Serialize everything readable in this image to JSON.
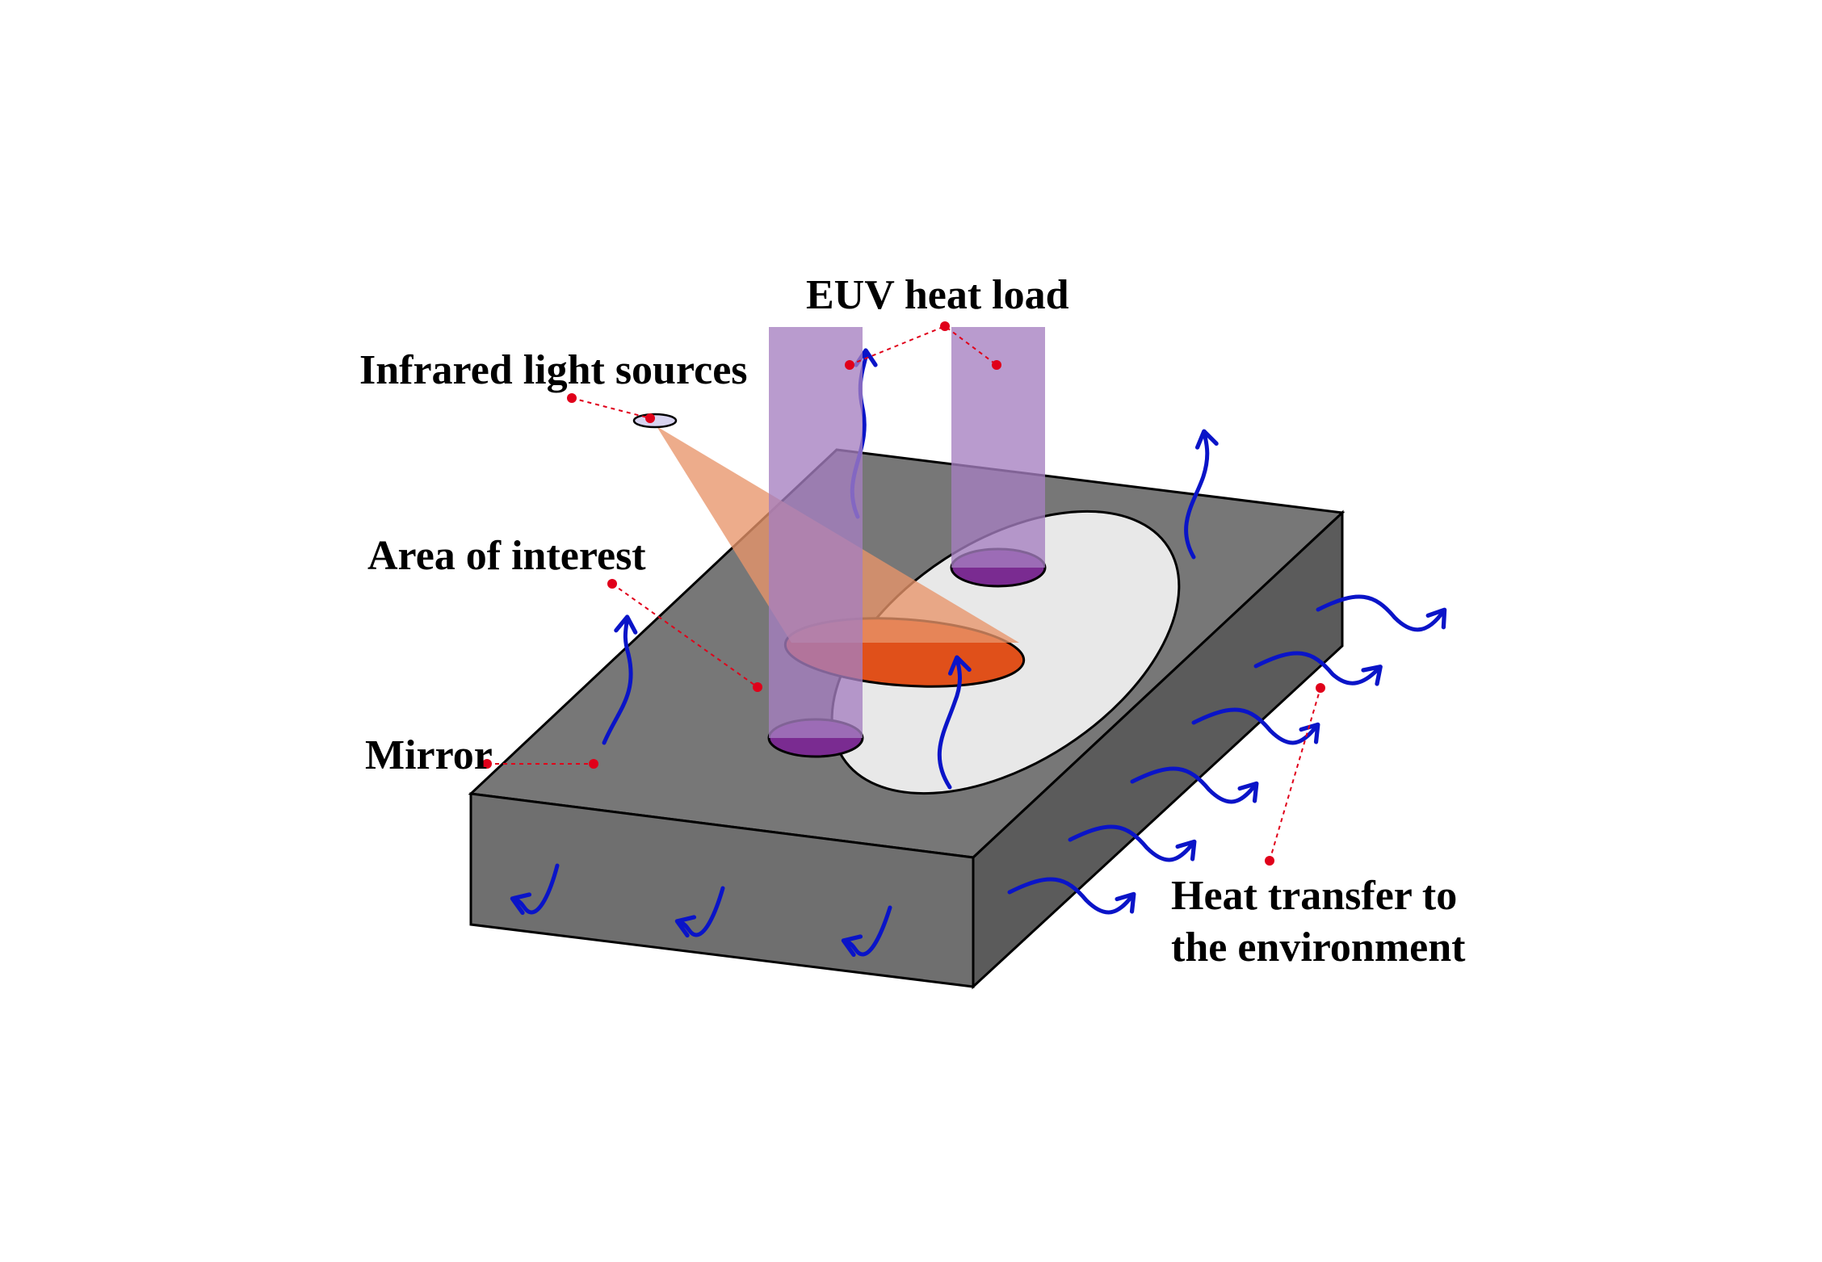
{
  "labels": {
    "euv": "EUV heat load",
    "infrared": "Infrared light sources",
    "area": "Area of interest",
    "mirror": "Mirror",
    "heat_transfer_line1": "Heat transfer to",
    "heat_transfer_line2": "the environment"
  },
  "colors": {
    "mirror_top": "#777777",
    "mirror_front": "#6f6f6f",
    "mirror_side": "#5b5b5b",
    "coated_area": "#e8e8e8",
    "euv_beam": "#a57fc0",
    "euv_spot": "#7a2b91",
    "ir_cone": "#e8956a",
    "ir_spot": "#e0501a",
    "heat_arrow": "#0a14c8",
    "leader_line": "#e0001a"
  },
  "icons": {
    "heat_flow": "wavy-arrow-icon",
    "ir_source": "ellipse-lamp-icon"
  }
}
